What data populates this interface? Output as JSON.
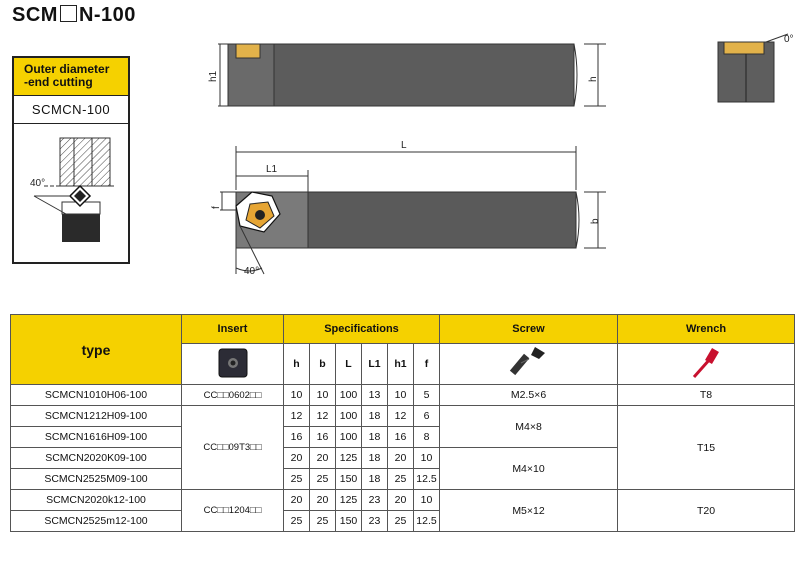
{
  "title_prefix": "SCM",
  "title_suffix": "N-100",
  "side": {
    "header_line1": "Outer diameter",
    "header_line2": "-end cutting",
    "model": "SCMCN-100",
    "angle_label": "40°"
  },
  "diagram": {
    "h1": "h1",
    "h": "h",
    "L": "L",
    "L1": "L1",
    "f": "f",
    "b": "b",
    "angle": "40°",
    "end_angle": "0°"
  },
  "table": {
    "type_header": "type",
    "insert_header": "Insert",
    "spec_header": "Specifications",
    "screw_header": "Screw",
    "wrench_header": "Wrench",
    "spec_cols": [
      "h",
      "b",
      "L",
      "L1",
      "h1",
      "f"
    ],
    "rows": [
      {
        "type": "SCMCN1010H06-100",
        "specs": [
          "10",
          "10",
          "100",
          "13",
          "10",
          "5"
        ]
      },
      {
        "type": "SCMCN1212H09-100",
        "specs": [
          "12",
          "12",
          "100",
          "18",
          "12",
          "6"
        ]
      },
      {
        "type": "SCMCN1616H09-100",
        "specs": [
          "16",
          "16",
          "100",
          "18",
          "16",
          "8"
        ]
      },
      {
        "type": "SCMCN2020K09-100",
        "specs": [
          "20",
          "20",
          "125",
          "18",
          "20",
          "10"
        ]
      },
      {
        "type": "SCMCN2525M09-100",
        "specs": [
          "25",
          "25",
          "150",
          "18",
          "25",
          "12.5"
        ]
      },
      {
        "type": "SCMCN2020k12-100",
        "specs": [
          "20",
          "20",
          "125",
          "23",
          "20",
          "10"
        ]
      },
      {
        "type": "SCMCN2525m12-100",
        "specs": [
          "25",
          "25",
          "150",
          "23",
          "25",
          "12.5"
        ]
      }
    ],
    "inserts": [
      "CC□□0602□□",
      "CC□□09T3□□",
      "CC□□1204□□"
    ],
    "screws": [
      "M2.5×6",
      "M4×8",
      "M4×10",
      "M5×12"
    ],
    "wrenches": [
      "T8",
      "T15",
      "T20"
    ]
  }
}
